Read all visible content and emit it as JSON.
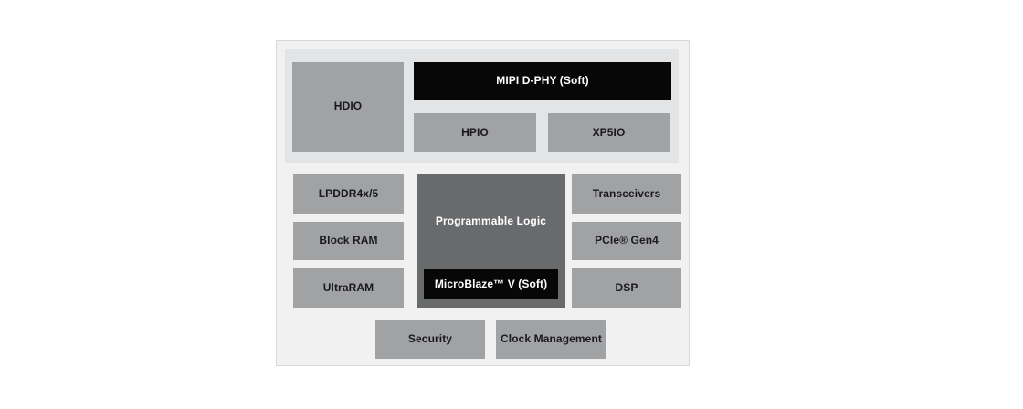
{
  "diagram": {
    "type": "fpga-block-diagram",
    "colors": {
      "canvas_bg": "#ffffff",
      "container_bg": "#f1f1f2",
      "container_border": "#d7d8d9",
      "io_band_bg": "#e3e4e6",
      "block_gray": "#a1a2a4",
      "block_dark_gray": "#696a6c",
      "block_black": "#070708",
      "text_dark": "#1a1a1c",
      "text_light": "#ffffff"
    },
    "io_band": {
      "hdio": "HDIO",
      "mipi_dphy": "MIPI D-PHY (Soft)",
      "hpio": "HPIO",
      "xp5io": "XP5IO"
    },
    "memory_column": [
      "LPDDR4x/5",
      "Block RAM",
      "UltraRAM"
    ],
    "fabric": {
      "programmable_logic": "Programmable Logic",
      "microblaze": "MicroBlaze™ V (Soft)"
    },
    "connectivity_column": [
      "Transceivers",
      "PCIe® Gen4",
      "DSP"
    ],
    "bottom_row": [
      "Security",
      "Clock Management"
    ]
  }
}
